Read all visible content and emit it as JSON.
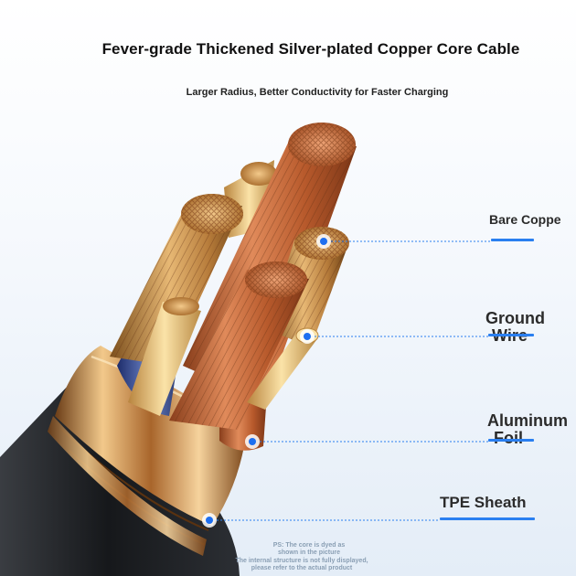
{
  "header": {
    "title": "Fever-grade Thickened Silver-plated Copper Core Cable",
    "subtitle": "Larger Radius, Better Conductivity for Faster Charging"
  },
  "callouts": [
    {
      "id": "bare-copper",
      "text": "Bare Coppe"
    },
    {
      "id": "ground-wire",
      "line1": "Ground",
      "line2": "Wire"
    },
    {
      "id": "aluminum-foil",
      "line1": "Aluminum",
      "line2": "Foil"
    },
    {
      "id": "tpe-sheath",
      "text": "TPE Sheath"
    }
  ],
  "notes": {
    "ps_line1": "PS: The core is dyed as",
    "ps_line2": "shown in the picture",
    "structure_line1": "The internal structure is not fully displayed,",
    "structure_line2": "please refer to the actual product"
  },
  "colors": {
    "accent": "#2a7ff0",
    "copper": "#c8673b",
    "gold": "#d6a35e",
    "sheath": "#1d1f23"
  }
}
